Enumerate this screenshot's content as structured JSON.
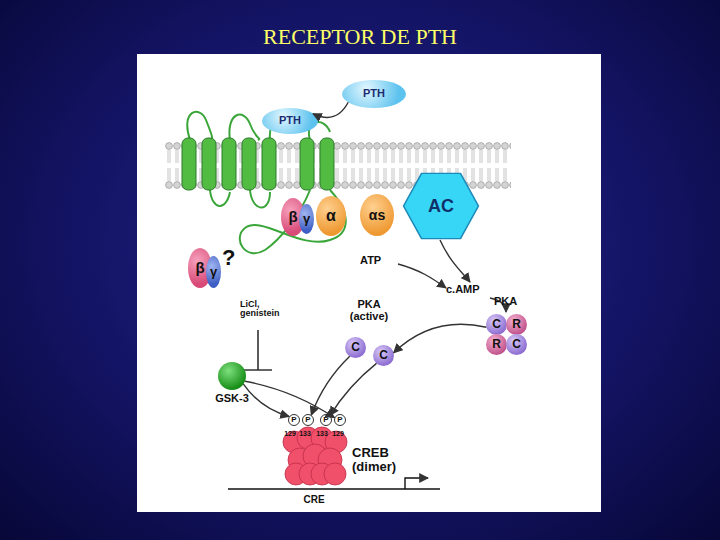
{
  "diagram": {
    "title": "RECEPTOR DE PTH",
    "nodes": [
      {
        "text": [
          "PTH"
        ]
      },
      {
        "text": [
          "PTH"
        ]
      },
      {
        "text": [
          "β"
        ]
      },
      {
        "text": [
          "γ"
        ]
      },
      {
        "text": [
          "α"
        ]
      },
      {
        "text": [
          "αs"
        ]
      },
      {
        "text": [
          "AC"
        ]
      },
      {
        "text": [
          "β"
        ]
      },
      {
        "text": [
          "γ"
        ]
      },
      {
        "text": [
          "C"
        ]
      },
      {
        "text": [
          "R"
        ]
      },
      {
        "text": [
          "R"
        ]
      },
      {
        "text": [
          "C"
        ]
      },
      {
        "text": [
          "C"
        ]
      },
      {
        "text": [
          "C"
        ]
      },
      {
        "text": [
          "GSK-3"
        ]
      },
      {
        "text": [
          "P"
        ]
      },
      {
        "text": [
          "P"
        ]
      },
      {
        "text": [
          "P"
        ]
      },
      {
        "text": [
          "P"
        ]
      },
      {
        "text": [
          "CREB (dimer)"
        ]
      }
    ],
    "edges": [
      {
        "from": 0,
        "to": 1,
        "arrow": "to"
      },
      {
        "from": 9,
        "to": 14,
        "arrow": "to"
      },
      {
        "from": 15,
        "to": 16,
        "arrow": "to"
      },
      {
        "from": 15,
        "to": 19,
        "arrow": "to"
      },
      {
        "from": 13,
        "to": 17,
        "arrow": "to"
      },
      {
        "from": 14,
        "to": 18,
        "arrow": "to"
      }
    ],
    "labels": [
      "ATP",
      "c.AMP",
      "PKA",
      "PKA (active)",
      "LiCl, genistein",
      "?",
      "129",
      "133",
      "133",
      "129",
      "CRE"
    ]
  }
}
